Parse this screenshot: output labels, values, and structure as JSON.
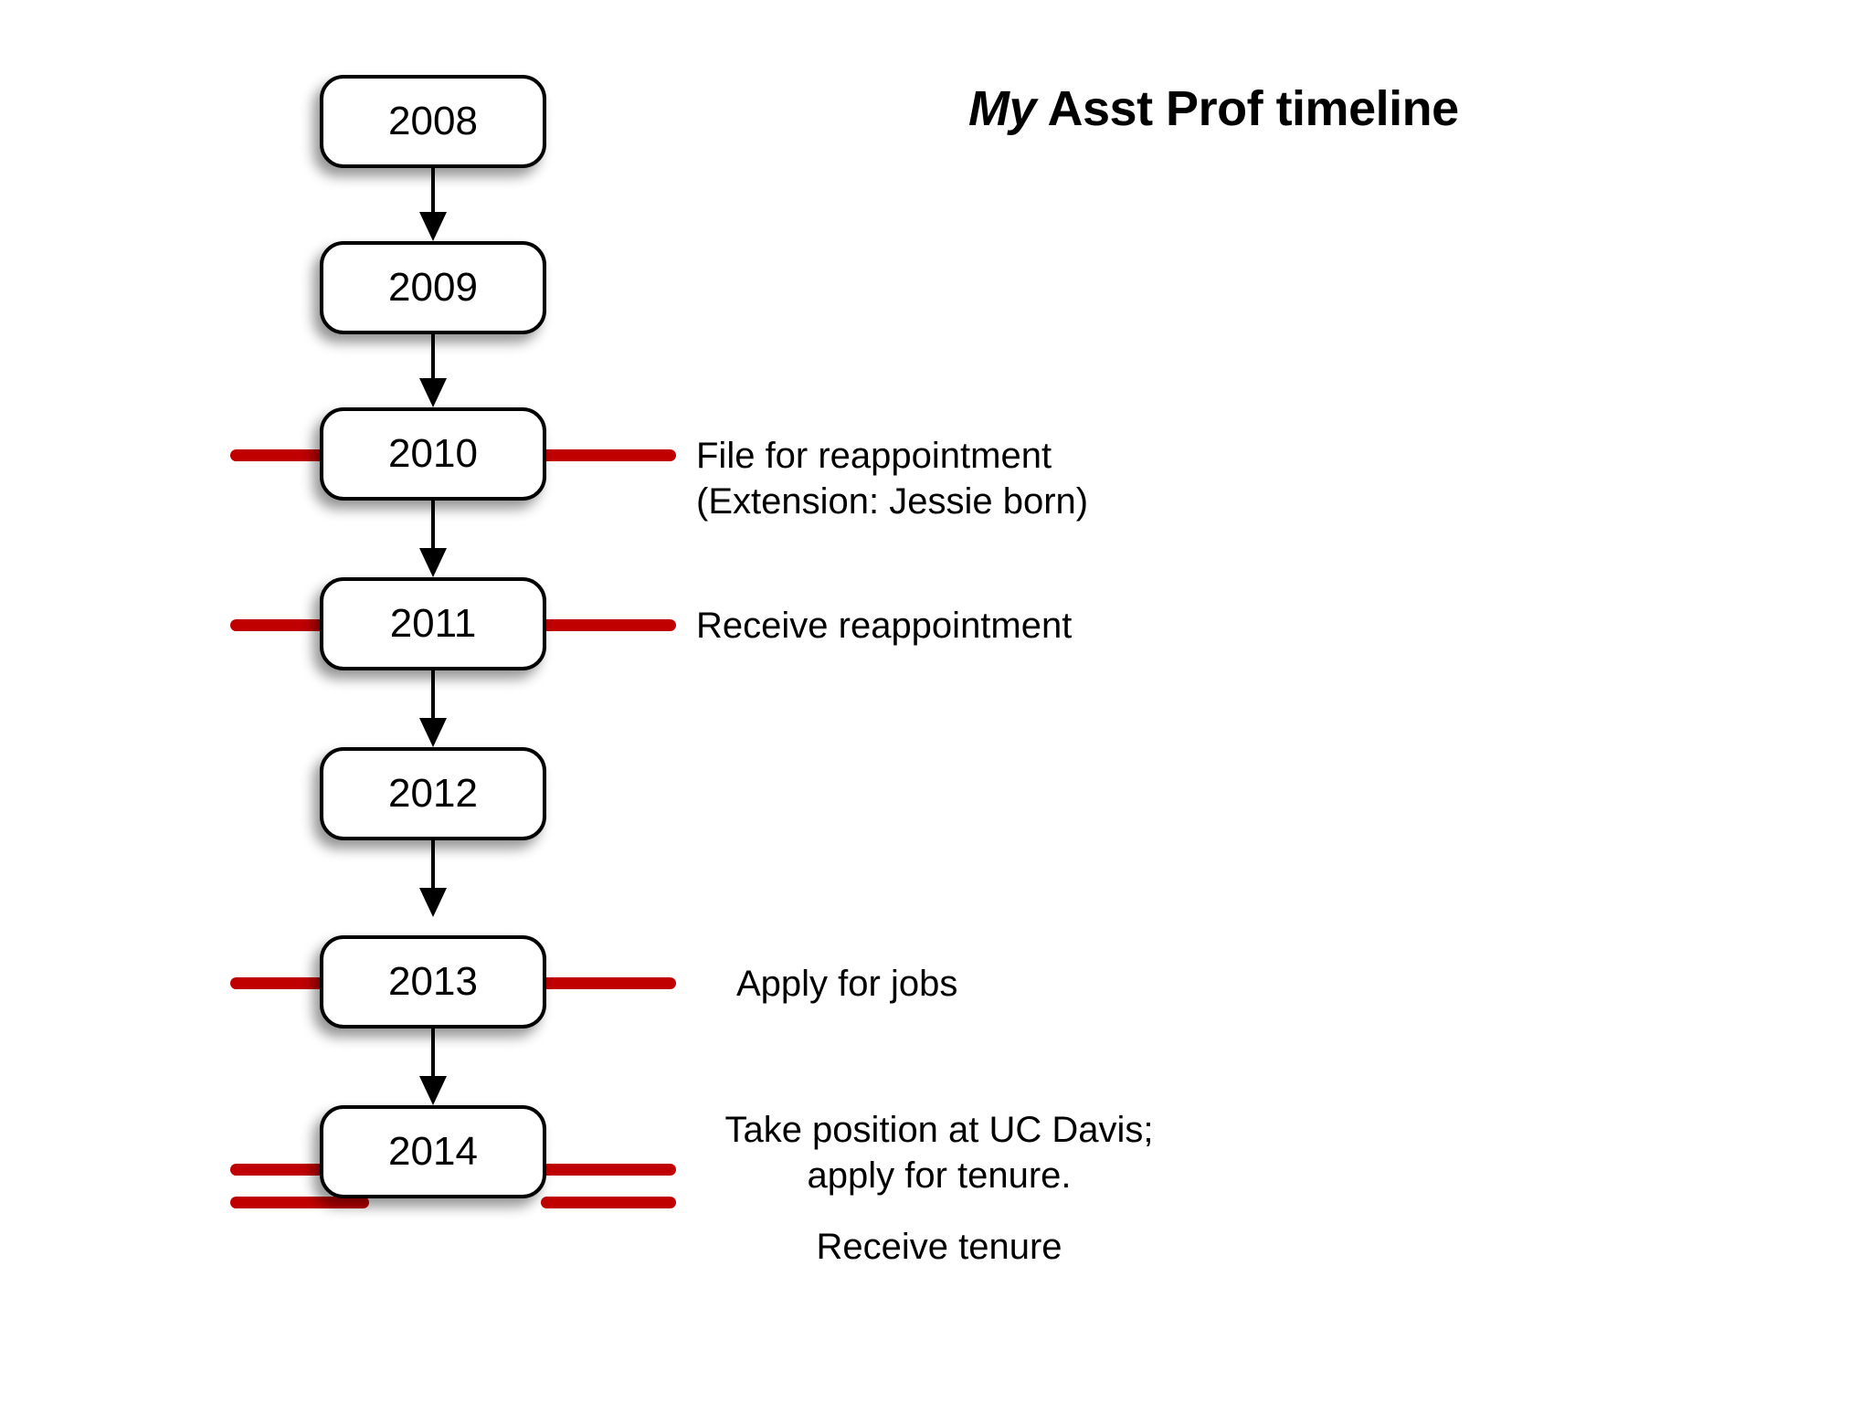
{
  "title": {
    "emphasis": "My",
    "rest": " Asst Prof timeline",
    "full": "My Asst Prof timeline"
  },
  "colors": {
    "accent_red": "#C00000",
    "node_border": "#000000",
    "node_fill": "#FFFFFF",
    "text": "#000000",
    "background": "#FFFFFF"
  },
  "timeline": {
    "nodes": [
      {
        "year": "2008"
      },
      {
        "year": "2009"
      },
      {
        "year": "2010"
      },
      {
        "year": "2011"
      },
      {
        "year": "2012"
      },
      {
        "year": "2013"
      },
      {
        "year": "2014"
      }
    ],
    "notes": [
      {
        "year": "2010",
        "line1": "File for reappointment",
        "line2": "(Extension: Jessie born)"
      },
      {
        "year": "2011",
        "line1": "Receive reappointment"
      },
      {
        "year": "2013",
        "line1": "Apply for jobs"
      },
      {
        "year": "2014",
        "line1": "Take position at UC Davis;",
        "line2": "apply for tenure.",
        "line3": "Receive tenure"
      }
    ]
  },
  "chart_data": {
    "type": "table",
    "title": "My Asst Prof timeline",
    "categories": [
      "2008",
      "2009",
      "2010",
      "2011",
      "2012",
      "2013",
      "2014"
    ],
    "events": [
      {
        "year": "2008",
        "event": "",
        "marked": false
      },
      {
        "year": "2009",
        "event": "",
        "marked": false
      },
      {
        "year": "2010",
        "event": "File for reappointment (Extension: Jessie born)",
        "marked": true
      },
      {
        "year": "2011",
        "event": "Receive reappointment",
        "marked": true
      },
      {
        "year": "2012",
        "event": "",
        "marked": false
      },
      {
        "year": "2013",
        "event": "Apply for jobs",
        "marked": true
      },
      {
        "year": "2014",
        "event": "Take position at UC Davis; apply for tenure. Receive tenure",
        "marked": true
      }
    ]
  }
}
